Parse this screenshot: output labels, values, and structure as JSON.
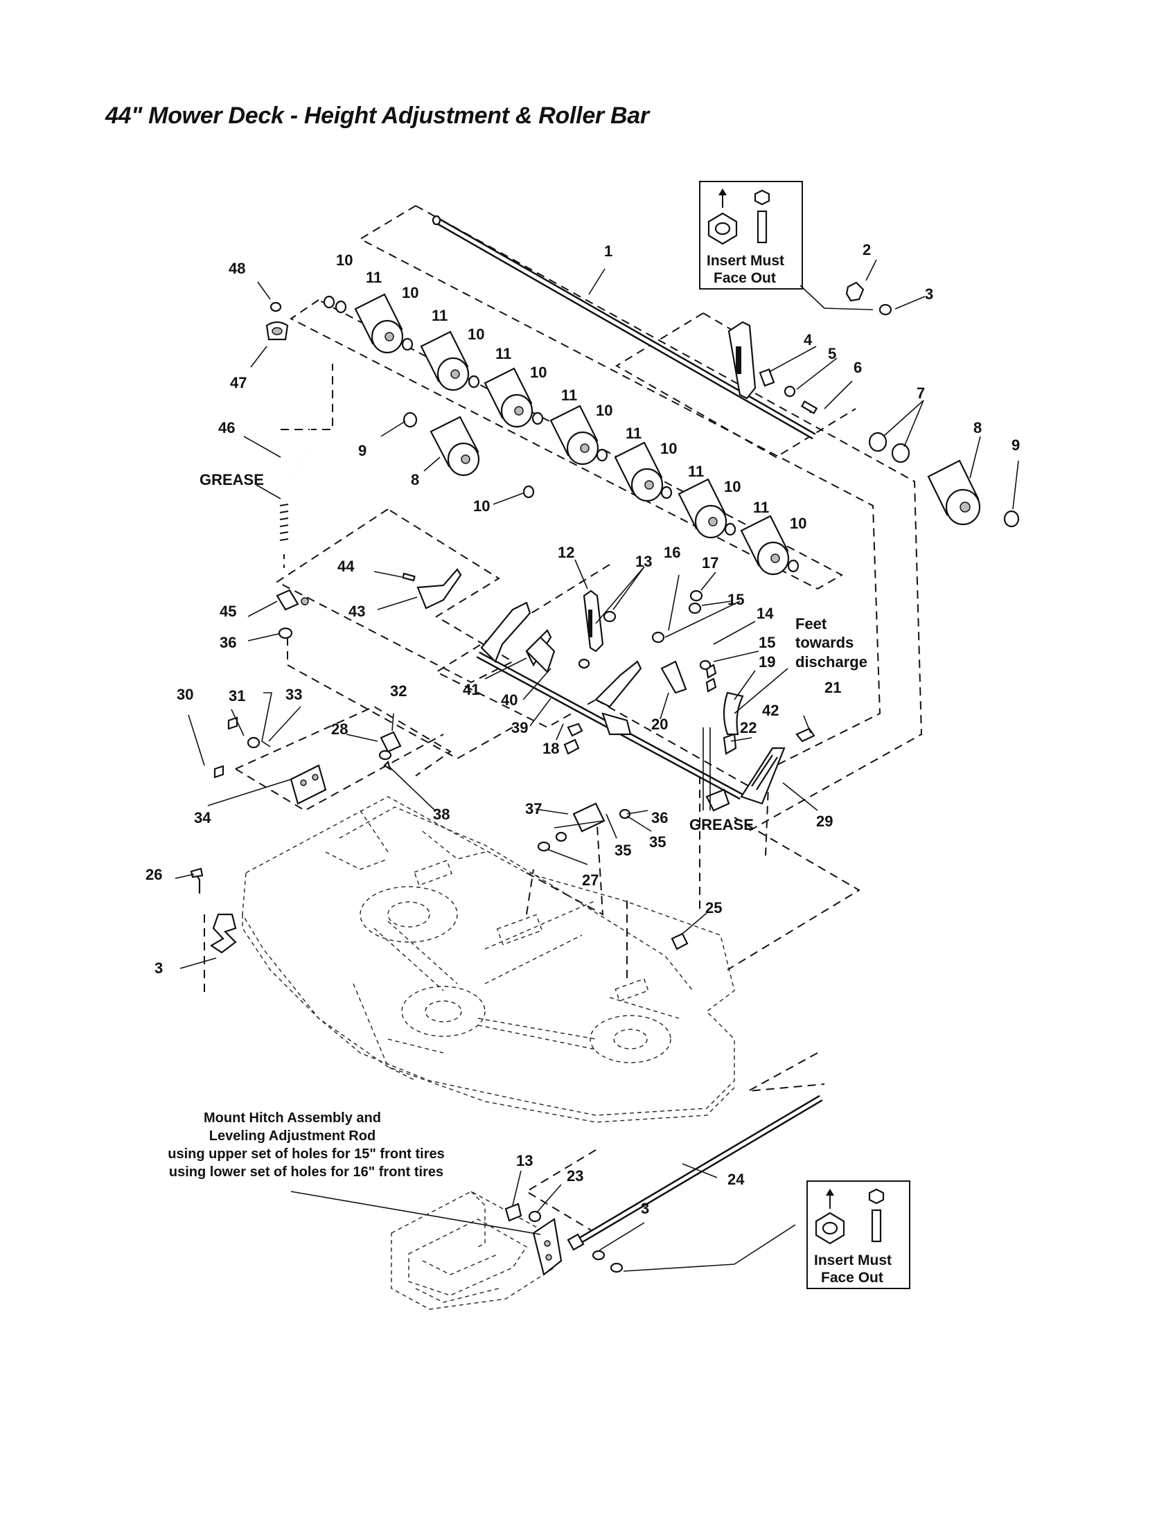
{
  "title": "44\" Mower Deck - Height Adjustment & Roller Bar",
  "callouts": {
    "top_box": [
      "Insert Must",
      "Face Out"
    ],
    "bottom_box": [
      "Insert Must",
      "Face Out"
    ],
    "feet_note": [
      "Feet",
      "towards",
      "discharge"
    ],
    "grease_left": "GREASE",
    "grease_right": "GREASE",
    "hitch_note": [
      "Mount Hitch Assembly and",
      "Leveling Adjustment Rod",
      "using upper set of holes for 15\" front tires",
      "using lower set of holes for 16\" front tires"
    ]
  },
  "part_labels": [
    {
      "id": "p1",
      "text": "1"
    },
    {
      "id": "p2",
      "text": "2"
    },
    {
      "id": "p3a",
      "text": "3"
    },
    {
      "id": "p4",
      "text": "4"
    },
    {
      "id": "p5",
      "text": "5"
    },
    {
      "id": "p6",
      "text": "6"
    },
    {
      "id": "p7",
      "text": "7"
    },
    {
      "id": "p8a",
      "text": "8"
    },
    {
      "id": "p9a",
      "text": "9"
    },
    {
      "id": "p48",
      "text": "48"
    },
    {
      "id": "p47",
      "text": "47"
    },
    {
      "id": "p46",
      "text": "46"
    },
    {
      "id": "p10a",
      "text": "10"
    },
    {
      "id": "p11a",
      "text": "11"
    },
    {
      "id": "p10b",
      "text": "10"
    },
    {
      "id": "p11b",
      "text": "11"
    },
    {
      "id": "p10c",
      "text": "10"
    },
    {
      "id": "p11c",
      "text": "11"
    },
    {
      "id": "p10d",
      "text": "10"
    },
    {
      "id": "p11d",
      "text": "11"
    },
    {
      "id": "p10e",
      "text": "10"
    },
    {
      "id": "p11e",
      "text": "11"
    },
    {
      "id": "p10f",
      "text": "10"
    },
    {
      "id": "p11f",
      "text": "11"
    },
    {
      "id": "p10g",
      "text": "10"
    },
    {
      "id": "p11g",
      "text": "11"
    },
    {
      "id": "p10h",
      "text": "10"
    },
    {
      "id": "p9b",
      "text": "9"
    },
    {
      "id": "p8b",
      "text": "8"
    },
    {
      "id": "p10i",
      "text": "10"
    },
    {
      "id": "p44",
      "text": "44"
    },
    {
      "id": "p43",
      "text": "43"
    },
    {
      "id": "p45",
      "text": "45"
    },
    {
      "id": "p36a",
      "text": "36"
    },
    {
      "id": "p12",
      "text": "12"
    },
    {
      "id": "p13a",
      "text": "13"
    },
    {
      "id": "p16",
      "text": "16"
    },
    {
      "id": "p17",
      "text": "17"
    },
    {
      "id": "p15a",
      "text": "15"
    },
    {
      "id": "p14",
      "text": "14"
    },
    {
      "id": "p15b",
      "text": "15"
    },
    {
      "id": "p19",
      "text": "19"
    },
    {
      "id": "p21",
      "text": "21"
    },
    {
      "id": "p42",
      "text": "42"
    },
    {
      "id": "p41",
      "text": "41"
    },
    {
      "id": "p40",
      "text": "40"
    },
    {
      "id": "p39",
      "text": "39"
    },
    {
      "id": "p18",
      "text": "18"
    },
    {
      "id": "p20",
      "text": "20"
    },
    {
      "id": "p22",
      "text": "22"
    },
    {
      "id": "p29",
      "text": "29"
    },
    {
      "id": "p30",
      "text": "30"
    },
    {
      "id": "p31",
      "text": "31"
    },
    {
      "id": "p33",
      "text": "33"
    },
    {
      "id": "p32",
      "text": "32"
    },
    {
      "id": "p28",
      "text": "28"
    },
    {
      "id": "p34",
      "text": "34"
    },
    {
      "id": "p38",
      "text": "38"
    },
    {
      "id": "p37",
      "text": "37"
    },
    {
      "id": "p36b",
      "text": "36"
    },
    {
      "id": "p35a",
      "text": "35"
    },
    {
      "id": "p35b",
      "text": "35"
    },
    {
      "id": "p27",
      "text": "27"
    },
    {
      "id": "p26",
      "text": "26"
    },
    {
      "id": "p3b",
      "text": "3"
    },
    {
      "id": "p25",
      "text": "25"
    },
    {
      "id": "p13b",
      "text": "13"
    },
    {
      "id": "p23",
      "text": "23"
    },
    {
      "id": "p24",
      "text": "24"
    },
    {
      "id": "p3c",
      "text": "3"
    }
  ]
}
